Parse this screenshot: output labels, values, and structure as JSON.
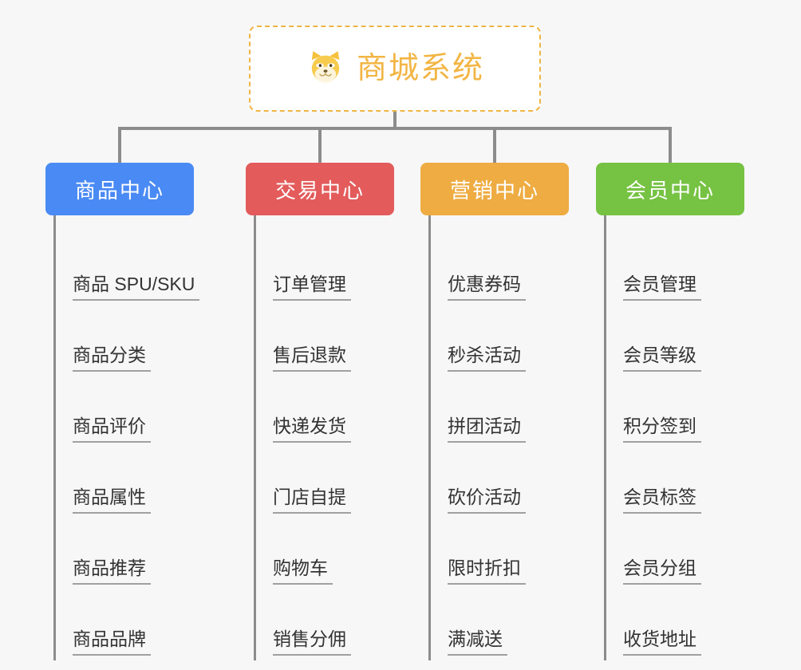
{
  "background_color": "#f7f7f7",
  "root": {
    "title": "商城系统",
    "icon": "shiba-dog-icon",
    "text_color": "#f2b544",
    "border_color": "#f0b545",
    "fill_color": "#ffffff"
  },
  "connector_color": "#8c8c8c",
  "columns": [
    {
      "header": "商品中心",
      "color": "#4a8af4",
      "items": [
        "商品 SPU/SKU",
        "商品分类",
        "商品评价",
        "商品属性",
        "商品推荐",
        "商品品牌"
      ]
    },
    {
      "header": "交易中心",
      "color": "#e35b5b",
      "items": [
        "订单管理",
        "售后退款",
        "快递发货",
        "门店自提",
        "购物车",
        "销售分佣"
      ]
    },
    {
      "header": "营销中心",
      "color": "#eeac42",
      "items": [
        "优惠券码",
        "秒杀活动",
        "拼团活动",
        "砍价活动",
        "限时折扣",
        "满减送"
      ]
    },
    {
      "header": "会员中心",
      "color": "#76c243",
      "items": [
        "会员管理",
        "会员等级",
        "积分签到",
        "会员标签",
        "会员分组",
        "收货地址"
      ]
    }
  ]
}
